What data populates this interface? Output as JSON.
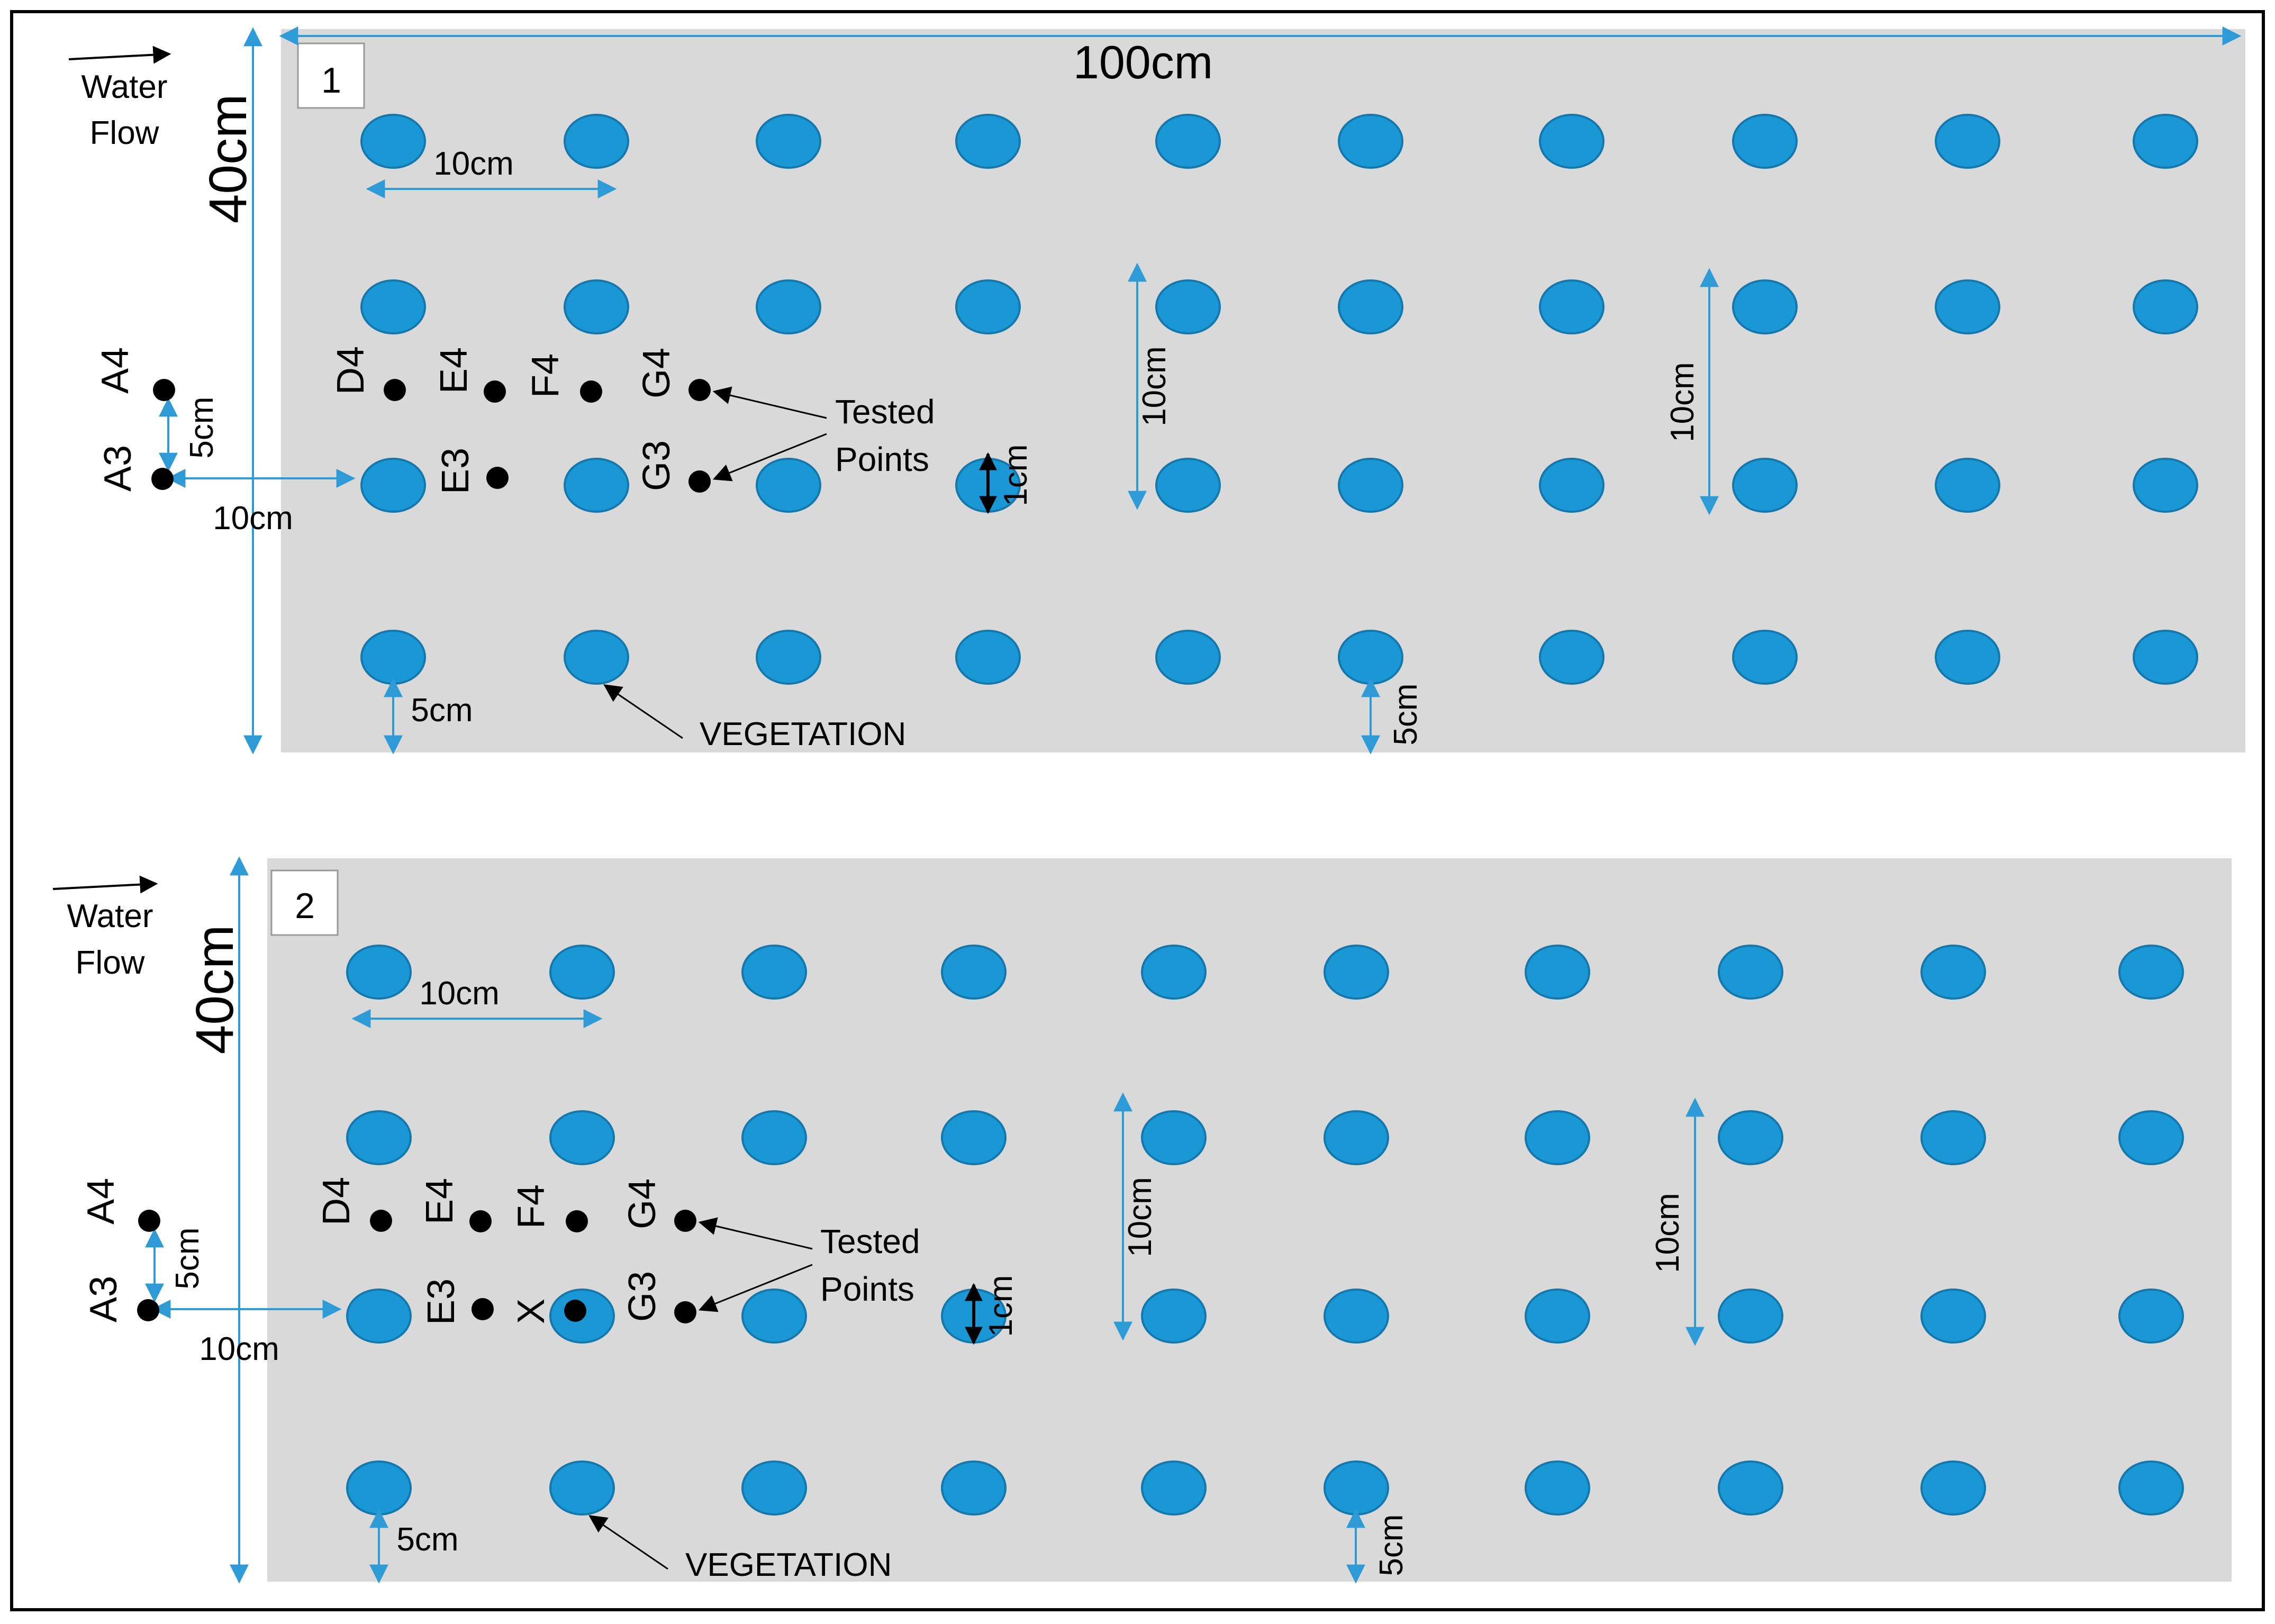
{
  "colors": {
    "background": "#ffffff",
    "channel": "#d9d9d9",
    "vegetation": "#1a98d5",
    "dimension_arrow": "#2f9bd6",
    "point": "#000000",
    "border": "#000000"
  },
  "panels": [
    {
      "panel_label": "1",
      "water_label_line1": "Water",
      "water_label_line2": "Flow",
      "length_label": "100cm",
      "width_label": "40cm",
      "spacing_label": "10cm",
      "inlet_offset_label": "10cm",
      "row_offset_label": "5cm",
      "bottom_offset_label_left": "5cm",
      "bottom_offset_label_right": "5cm",
      "vertical_spacing_label_1": "10cm",
      "vertical_spacing_label_2": "10cm",
      "stem_diameter_label": "1cm",
      "tested_label_line1": "Tested",
      "tested_label_line2": "Points",
      "vegetation_label": "VEGETATION",
      "points": [
        {
          "label": "A4"
        },
        {
          "label": "A3"
        },
        {
          "label": "D4"
        },
        {
          "label": "E4"
        },
        {
          "label": "F4"
        },
        {
          "label": "G4"
        },
        {
          "label": "E3"
        },
        {
          "label": "G3"
        }
      ]
    },
    {
      "panel_label": "2",
      "water_label_line1": "Water",
      "water_label_line2": "Flow",
      "width_label": "40cm",
      "spacing_label": "10cm",
      "inlet_offset_label": "10cm",
      "row_offset_label": "5cm",
      "bottom_offset_label_left": "5cm",
      "bottom_offset_label_right": "5cm",
      "vertical_spacing_label_1": "10cm",
      "vertical_spacing_label_2": "10cm",
      "stem_diameter_label": "1cm",
      "tested_label_line1": "Tested",
      "tested_label_line2": "Points",
      "vegetation_label": "VEGETATION",
      "points": [
        {
          "label": "A4"
        },
        {
          "label": "A3"
        },
        {
          "label": "D4"
        },
        {
          "label": "E4"
        },
        {
          "label": "F4"
        },
        {
          "label": "G4"
        },
        {
          "label": "E3"
        },
        {
          "label": "X"
        },
        {
          "label": "G3"
        }
      ]
    }
  ]
}
